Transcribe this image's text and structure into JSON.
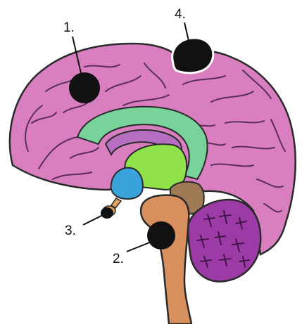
{
  "labels": {
    "one": "1.",
    "two": "2.",
    "three": "3.",
    "four": "4."
  },
  "colors": {
    "cerebrum": "#d97fc0",
    "gyri_lines": "#5a2d5a",
    "cingulate": "#78d39b",
    "corpus_callosum": "#b56ec0",
    "thalamus": "#8fe24a",
    "hypothalamus": "#3ba3dc",
    "pituitary": "#e0a060",
    "midbrain": "#a07a55",
    "brainstem": "#d8915e",
    "cerebellum": "#9c3aa6",
    "marker": "#111111",
    "outline": "#2a2a2a"
  }
}
